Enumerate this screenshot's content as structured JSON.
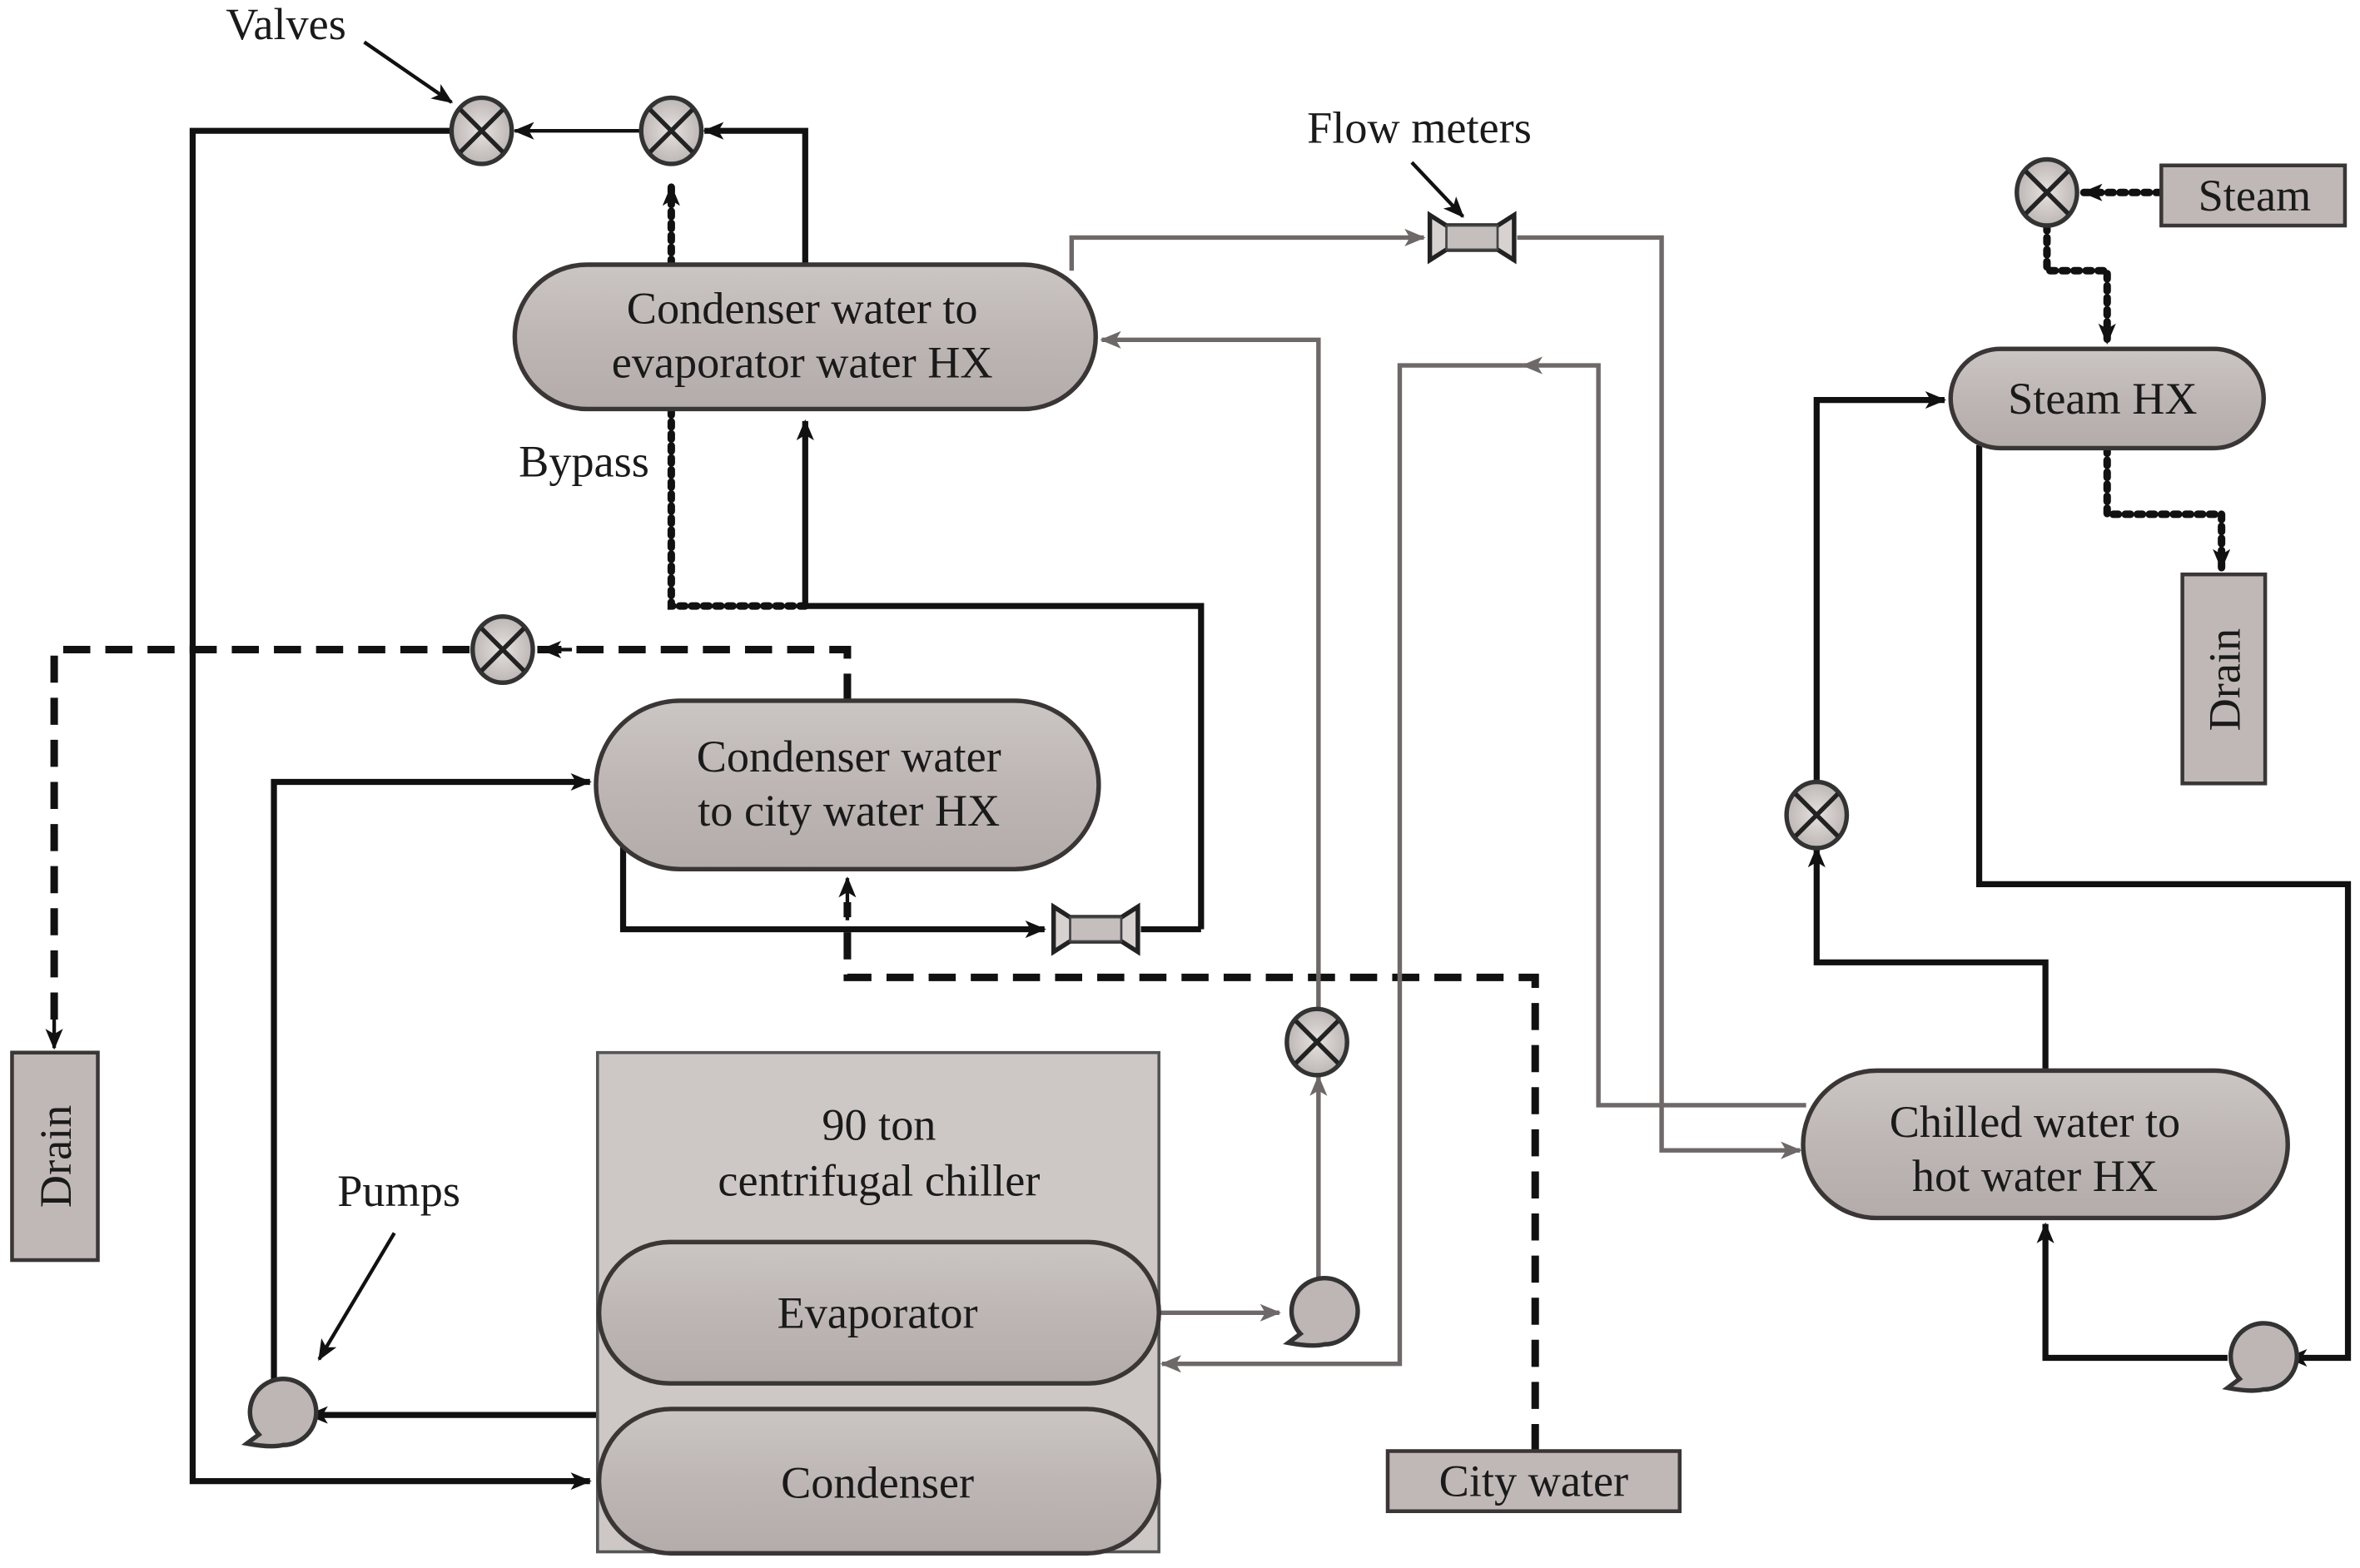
{
  "title": "90 ton centrifugal chiller test loop schematic",
  "callouts": {
    "valves": "Valves",
    "flow_meters": "Flow meters",
    "bypass": "Bypass",
    "pumps": "Pumps"
  },
  "components": {
    "hx_cond_evap": [
      "Condenser water to",
      "evaporator water HX"
    ],
    "hx_cond_city": [
      "Condenser water",
      "to city water HX"
    ],
    "hx_chilled_hot": [
      "Chilled water to",
      "hot water HX"
    ],
    "hx_steam": "Steam HX",
    "chiller_title": [
      "90 ton",
      "centrifugal chiller"
    ],
    "evaporator": "Evaporator",
    "condenser": "Condenser",
    "steam_source": "Steam",
    "city_water": "City water",
    "drain_left": "Drain",
    "drain_right": "Drain"
  },
  "line_styles": {
    "condenser_water": "solid black (thick)",
    "evaporator_water": "solid gray",
    "city_water": "dashed black",
    "steam": "dotted black",
    "bypass": "dotted black"
  },
  "colors": {
    "vessel_fill": "#bdb6b4",
    "line_black": "#111111",
    "line_gray": "#6e6868",
    "background": "#ffffff"
  }
}
